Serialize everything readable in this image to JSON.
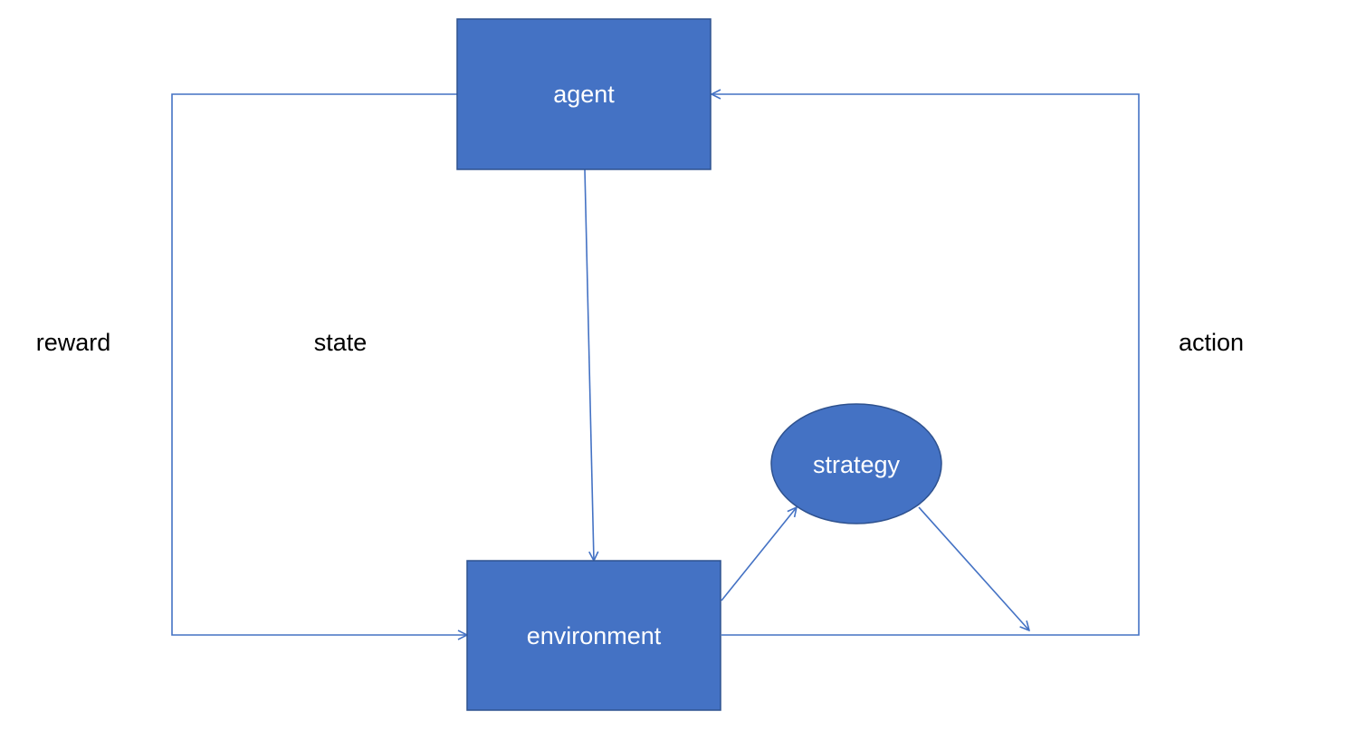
{
  "nodes": {
    "agent": "agent",
    "environment": "environment",
    "strategy": "strategy"
  },
  "labels": {
    "reward": "reward",
    "state": "state",
    "action": "action"
  },
  "colors": {
    "node_fill": "#4472C4",
    "node_stroke": "#2F528F",
    "edge": "#4472C4",
    "label_text": "#000000",
    "node_text": "#FFFFFF"
  }
}
